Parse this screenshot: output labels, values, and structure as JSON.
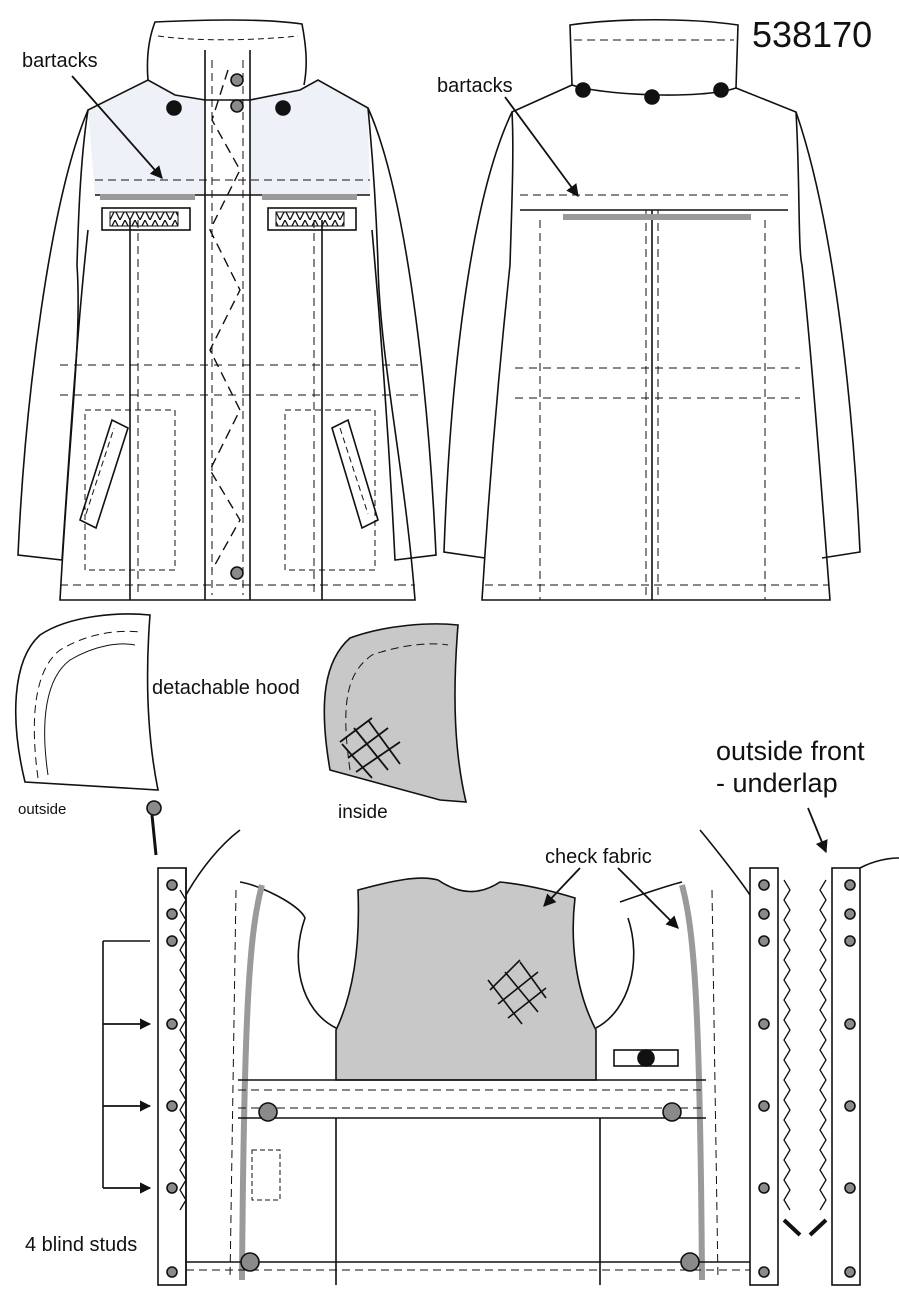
{
  "style_number": "538170",
  "labels": {
    "bartacks_front": "bartacks",
    "bartacks_back": "bartacks",
    "detachable_hood": "detachable hood",
    "outside": "outside",
    "inside": "inside",
    "check_fabric": "check fabric",
    "outside_front_underlap_line1": "outside front",
    "outside_front_underlap_line2": "- underlap",
    "blind_studs": "4 blind studs"
  },
  "colors": {
    "line": "#111111",
    "yoke_fill": "#eef2f8",
    "check_fabric_fill": "#c8c8c8",
    "tape_grey": "#9a9a9a",
    "stud_grey": "#8a8a8a"
  }
}
